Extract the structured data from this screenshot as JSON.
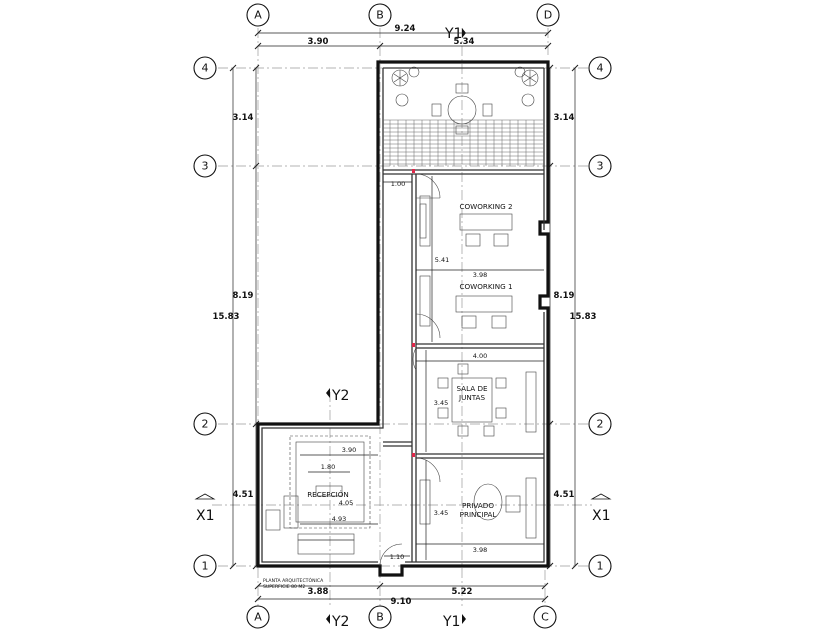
{
  "grid_labels": {
    "A": "A",
    "B": "B",
    "C": "C",
    "D": "D",
    "n1": "1",
    "n2": "2",
    "n3": "3",
    "n4": "4",
    "y1": "Y1",
    "y2": "Y2",
    "x1": "X1"
  },
  "dimensions": {
    "top_total": "9.24",
    "top_left": "3.90",
    "top_right": "5.34",
    "bottom_total": "9.10",
    "bottom_left": "3.88",
    "bottom_right": "5.22",
    "left_upper": "3.14",
    "left_mid": "8.19",
    "left_lower": "4.51",
    "left_total": "15.83",
    "right_upper": "3.14",
    "right_mid": "8.19",
    "right_lower": "4.51",
    "right_total": "15.83"
  },
  "rooms": {
    "coworking2": "COWORKING 2",
    "coworking1": "COWORKING 1",
    "sala_line1": "SALA DE",
    "sala_line2": "JUNTAS",
    "recepcion": "RECEPCIÓN",
    "privado_line1": "PRIVADO",
    "privado_line2": "PRINCIPAL"
  },
  "inner_dims": {
    "door_top": "1.00",
    "cw_height": "5.41",
    "cw_width": "3.98",
    "sala_width": "4.00",
    "sala_height": "3.45",
    "rec_w1": "3.90",
    "rec_w2": "1.80",
    "rec_h": "4.05",
    "rec_w3": "4.93",
    "priv_height": "3.45",
    "priv_width": "3.98",
    "door_bottom": "1.10"
  },
  "title_block": {
    "line1": "PLANTA ARQUITECTÓNICA",
    "line2": "SUPERFICIE 80 M2"
  }
}
